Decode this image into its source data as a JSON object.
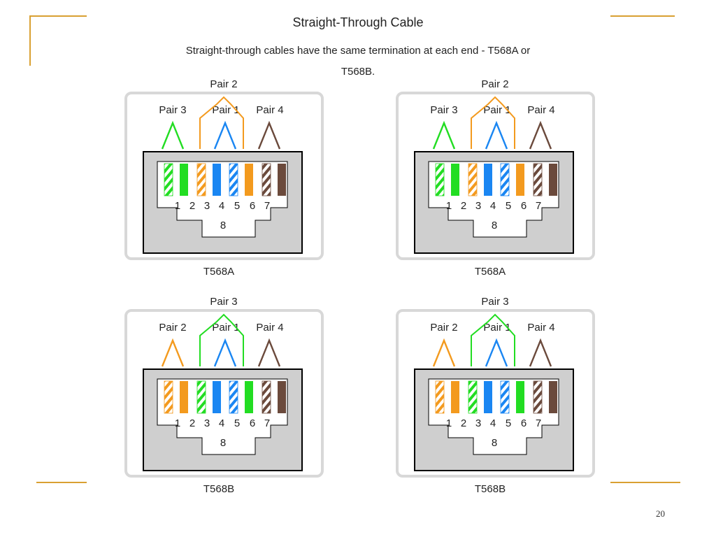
{
  "slide": {
    "title": "Straight-Through Cable",
    "subtitle": "Straight-through cables have the same termination at each end - T568A or T568B.",
    "page_number": "20",
    "accent_color": "#d9a032"
  },
  "colors": {
    "green": "#22dd22",
    "orange": "#f39a1e",
    "blue": "#1a86f2",
    "brown": "#6b4a3c",
    "cable": "#4d8a8a",
    "panel_border": "#d8d8d8",
    "jack_fill": "#cfcfcf"
  },
  "connectors": [
    {
      "label": "T568A",
      "pair_labels": {
        "left": "Pair 3",
        "middle": "Pair 1",
        "right": "Pair 4",
        "top": "Pair 2"
      },
      "pair_colors": {
        "left": "green",
        "middle": "blue",
        "right": "brown",
        "top": "orange"
      },
      "pins": [
        "1",
        "2",
        "3",
        "4",
        "5",
        "6",
        "7",
        "8"
      ],
      "wires": [
        {
          "color": "green",
          "striped": true
        },
        {
          "color": "green",
          "striped": false
        },
        {
          "color": "orange",
          "striped": true
        },
        {
          "color": "blue",
          "striped": false
        },
        {
          "color": "blue",
          "striped": true
        },
        {
          "color": "orange",
          "striped": false
        },
        {
          "color": "brown",
          "striped": true
        },
        {
          "color": "brown",
          "striped": false
        }
      ]
    },
    {
      "label": "T568A",
      "pair_labels": {
        "left": "Pair 3",
        "middle": "Pair 1",
        "right": "Pair 4",
        "top": "Pair 2"
      },
      "pair_colors": {
        "left": "green",
        "middle": "blue",
        "right": "brown",
        "top": "orange"
      },
      "pins": [
        "1",
        "2",
        "3",
        "4",
        "5",
        "6",
        "7",
        "8"
      ],
      "wires": [
        {
          "color": "green",
          "striped": true
        },
        {
          "color": "green",
          "striped": false
        },
        {
          "color": "orange",
          "striped": true
        },
        {
          "color": "blue",
          "striped": false
        },
        {
          "color": "blue",
          "striped": true
        },
        {
          "color": "orange",
          "striped": false
        },
        {
          "color": "brown",
          "striped": true
        },
        {
          "color": "brown",
          "striped": false
        }
      ]
    },
    {
      "label": "T568B",
      "pair_labels": {
        "left": "Pair 2",
        "middle": "Pair 1",
        "right": "Pair 4",
        "top": "Pair 3"
      },
      "pair_colors": {
        "left": "orange",
        "middle": "blue",
        "right": "brown",
        "top": "green"
      },
      "pins": [
        "1",
        "2",
        "3",
        "4",
        "5",
        "6",
        "7",
        "8"
      ],
      "wires": [
        {
          "color": "orange",
          "striped": true
        },
        {
          "color": "orange",
          "striped": false
        },
        {
          "color": "green",
          "striped": true
        },
        {
          "color": "blue",
          "striped": false
        },
        {
          "color": "blue",
          "striped": true
        },
        {
          "color": "green",
          "striped": false
        },
        {
          "color": "brown",
          "striped": true
        },
        {
          "color": "brown",
          "striped": false
        }
      ]
    },
    {
      "label": "T568B",
      "pair_labels": {
        "left": "Pair 2",
        "middle": "Pair 1",
        "right": "Pair 4",
        "top": "Pair 3"
      },
      "pair_colors": {
        "left": "orange",
        "middle": "blue",
        "right": "brown",
        "top": "green"
      },
      "pins": [
        "1",
        "2",
        "3",
        "4",
        "5",
        "6",
        "7",
        "8"
      ],
      "wires": [
        {
          "color": "orange",
          "striped": true
        },
        {
          "color": "orange",
          "striped": false
        },
        {
          "color": "green",
          "striped": true
        },
        {
          "color": "blue",
          "striped": false
        },
        {
          "color": "blue",
          "striped": true
        },
        {
          "color": "green",
          "striped": false
        },
        {
          "color": "brown",
          "striped": true
        },
        {
          "color": "brown",
          "striped": false
        }
      ]
    }
  ]
}
